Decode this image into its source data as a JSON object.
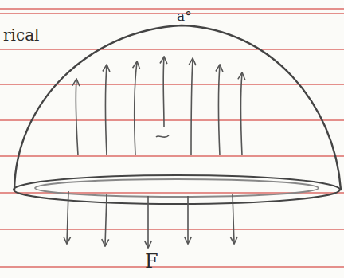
{
  "diagram": {
    "labels": [
      "rical",
      "a°",
      "F"
    ]
  }
}
